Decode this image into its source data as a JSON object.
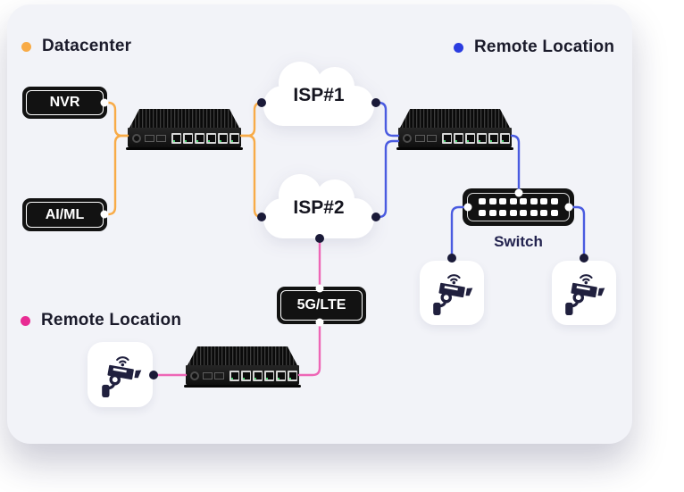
{
  "legend": {
    "datacenter": {
      "label": "Datacenter"
    },
    "remote_top": {
      "label": "Remote Location"
    },
    "remote_bottom": {
      "label": "Remote Location"
    }
  },
  "nodes": {
    "nvr": {
      "label": "NVR"
    },
    "ai_ml": {
      "label": "AI/ML"
    },
    "isp1": {
      "label": "ISP#1"
    },
    "isp2": {
      "label": "ISP#2"
    },
    "lte": {
      "label": "5G/LTE"
    },
    "switch": {
      "label": "Switch"
    }
  },
  "colors": {
    "card_bg": "#f2f3f8",
    "orange": "#f8ab47",
    "blue": "#2b3ce0",
    "blue_wire": "#4a5be0",
    "pink": "#e82b93",
    "pink_wire": "#ee66b6",
    "navy_dot": "#1a1a38",
    "text_dark": "#1b1b2b",
    "switch_label": "#23234f",
    "device_black": "#121212",
    "camera_icon": "#20203e"
  }
}
